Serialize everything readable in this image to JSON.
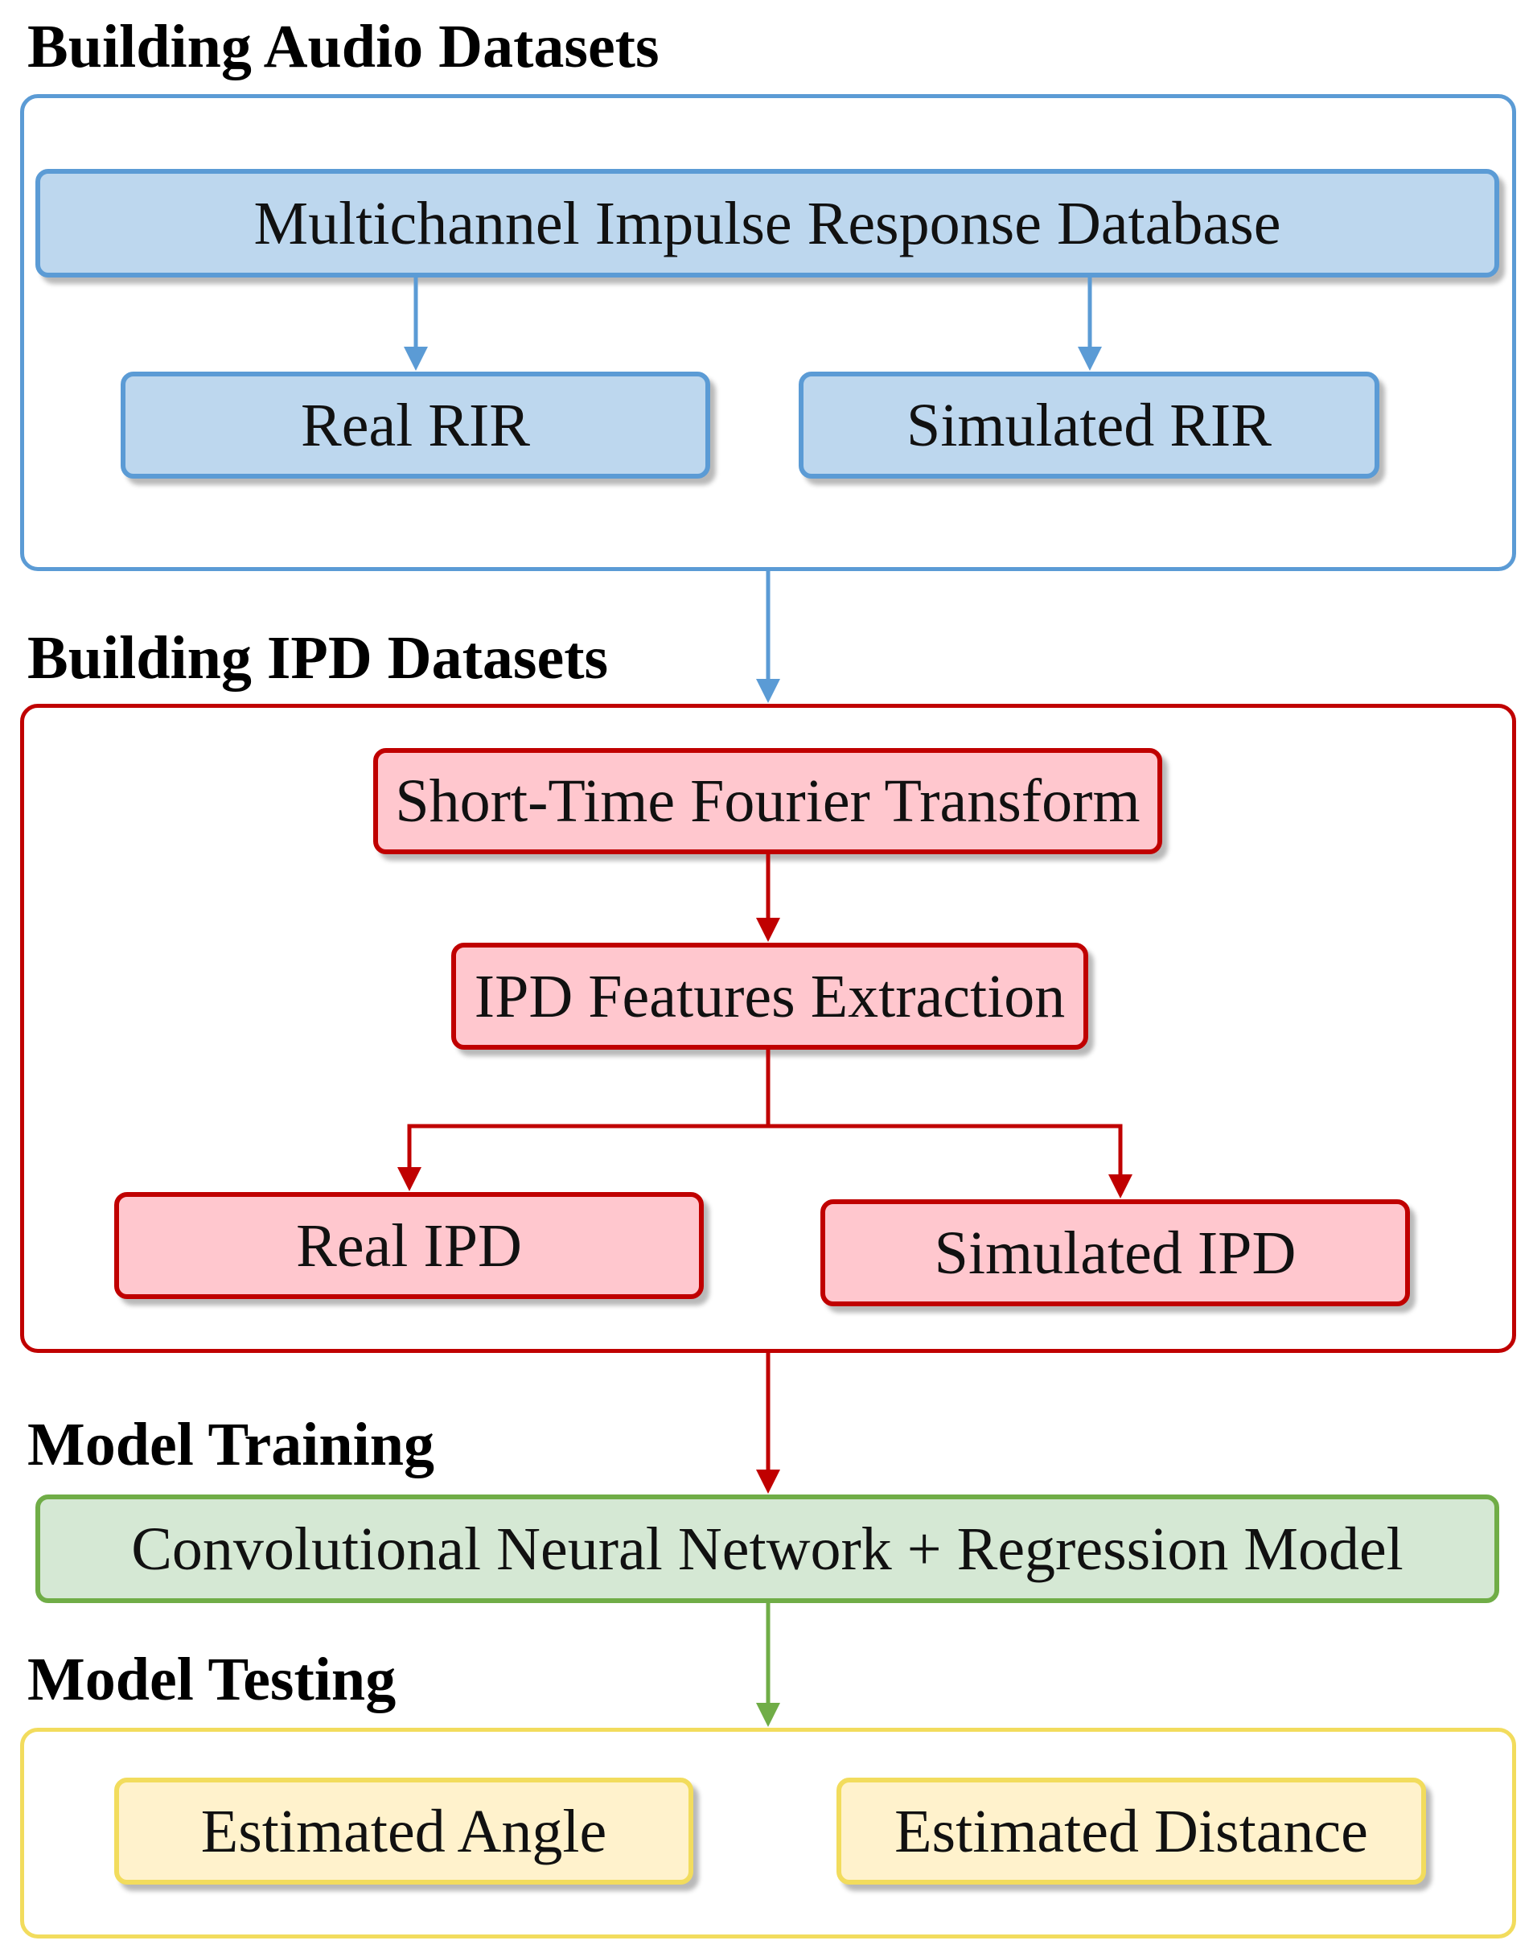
{
  "sections": {
    "audio": {
      "title": "Building Audio Datasets",
      "database": "Multichannel Impulse Response Database",
      "real": "Real RIR",
      "simulated": "Simulated RIR"
    },
    "ipd": {
      "title": "Building IPD Datasets",
      "stft": "Short-Time Fourier Transform",
      "features": "IPD Features Extraction",
      "real": "Real IPD",
      "simulated": "Simulated IPD"
    },
    "training": {
      "title": "Model Training",
      "model": "Convolutional Neural Network + Regression Model"
    },
    "testing": {
      "title": "Model Testing",
      "angle": "Estimated Angle",
      "distance": "Estimated Distance"
    }
  },
  "colors": {
    "blue_fill": "#bdd7ee",
    "blue_stroke": "#5b9bd5",
    "red_fill": "#ffc7ce",
    "red_stroke": "#c00000",
    "green_fill": "#d5e8d4",
    "green_stroke": "#70ad47",
    "yellow_fill": "#fff2cc",
    "yellow_stroke": "#f2dc5d"
  }
}
